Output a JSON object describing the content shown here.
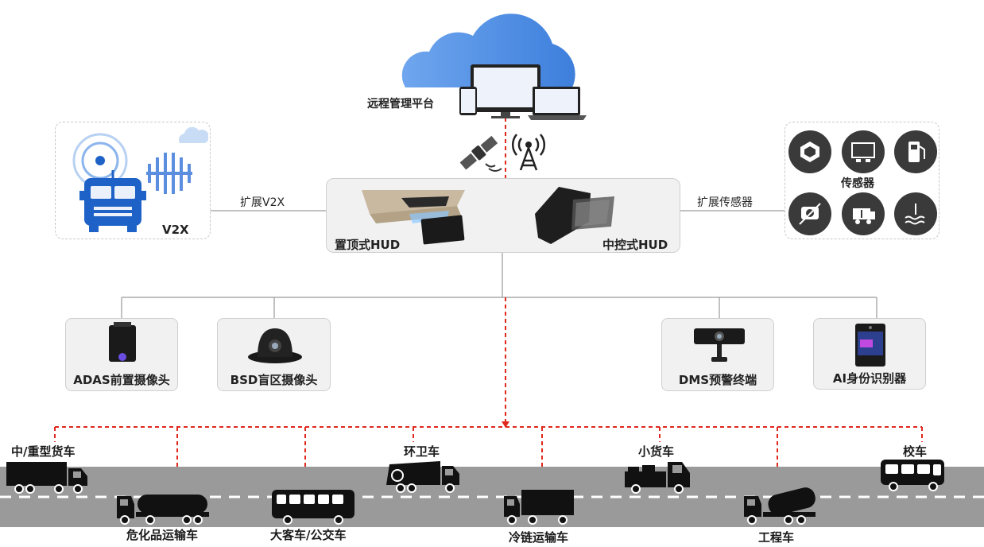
{
  "platform": {
    "label": "远程管理平台"
  },
  "v2x": {
    "label": "V2X",
    "link_label": "扩展V2X"
  },
  "sensors": {
    "label": "传感器",
    "link_label": "扩展传感器"
  },
  "hud": {
    "top_label": "置顶式HUD",
    "center_label": "中控式HUD"
  },
  "devices": [
    {
      "label": "ADAS前置摄像头"
    },
    {
      "label": "BSD盲区摄像头"
    },
    {
      "label": "DMS预警终端"
    },
    {
      "label": "AI身份识别器"
    }
  ],
  "vehicles": [
    {
      "label": "中/重型货车"
    },
    {
      "label": "危化品运输车"
    },
    {
      "label": "大客车/公交车"
    },
    {
      "label": "环卫车"
    },
    {
      "label": "冷链运输车"
    },
    {
      "label": "小货车"
    },
    {
      "label": "工程车"
    },
    {
      "label": "校车"
    }
  ],
  "colors": {
    "cloud": "#4a90e2",
    "accent_red": "#e0281e",
    "device_bg": "#f1f1f1",
    "road": "#9a9a9a",
    "vehicle": "#111111"
  }
}
